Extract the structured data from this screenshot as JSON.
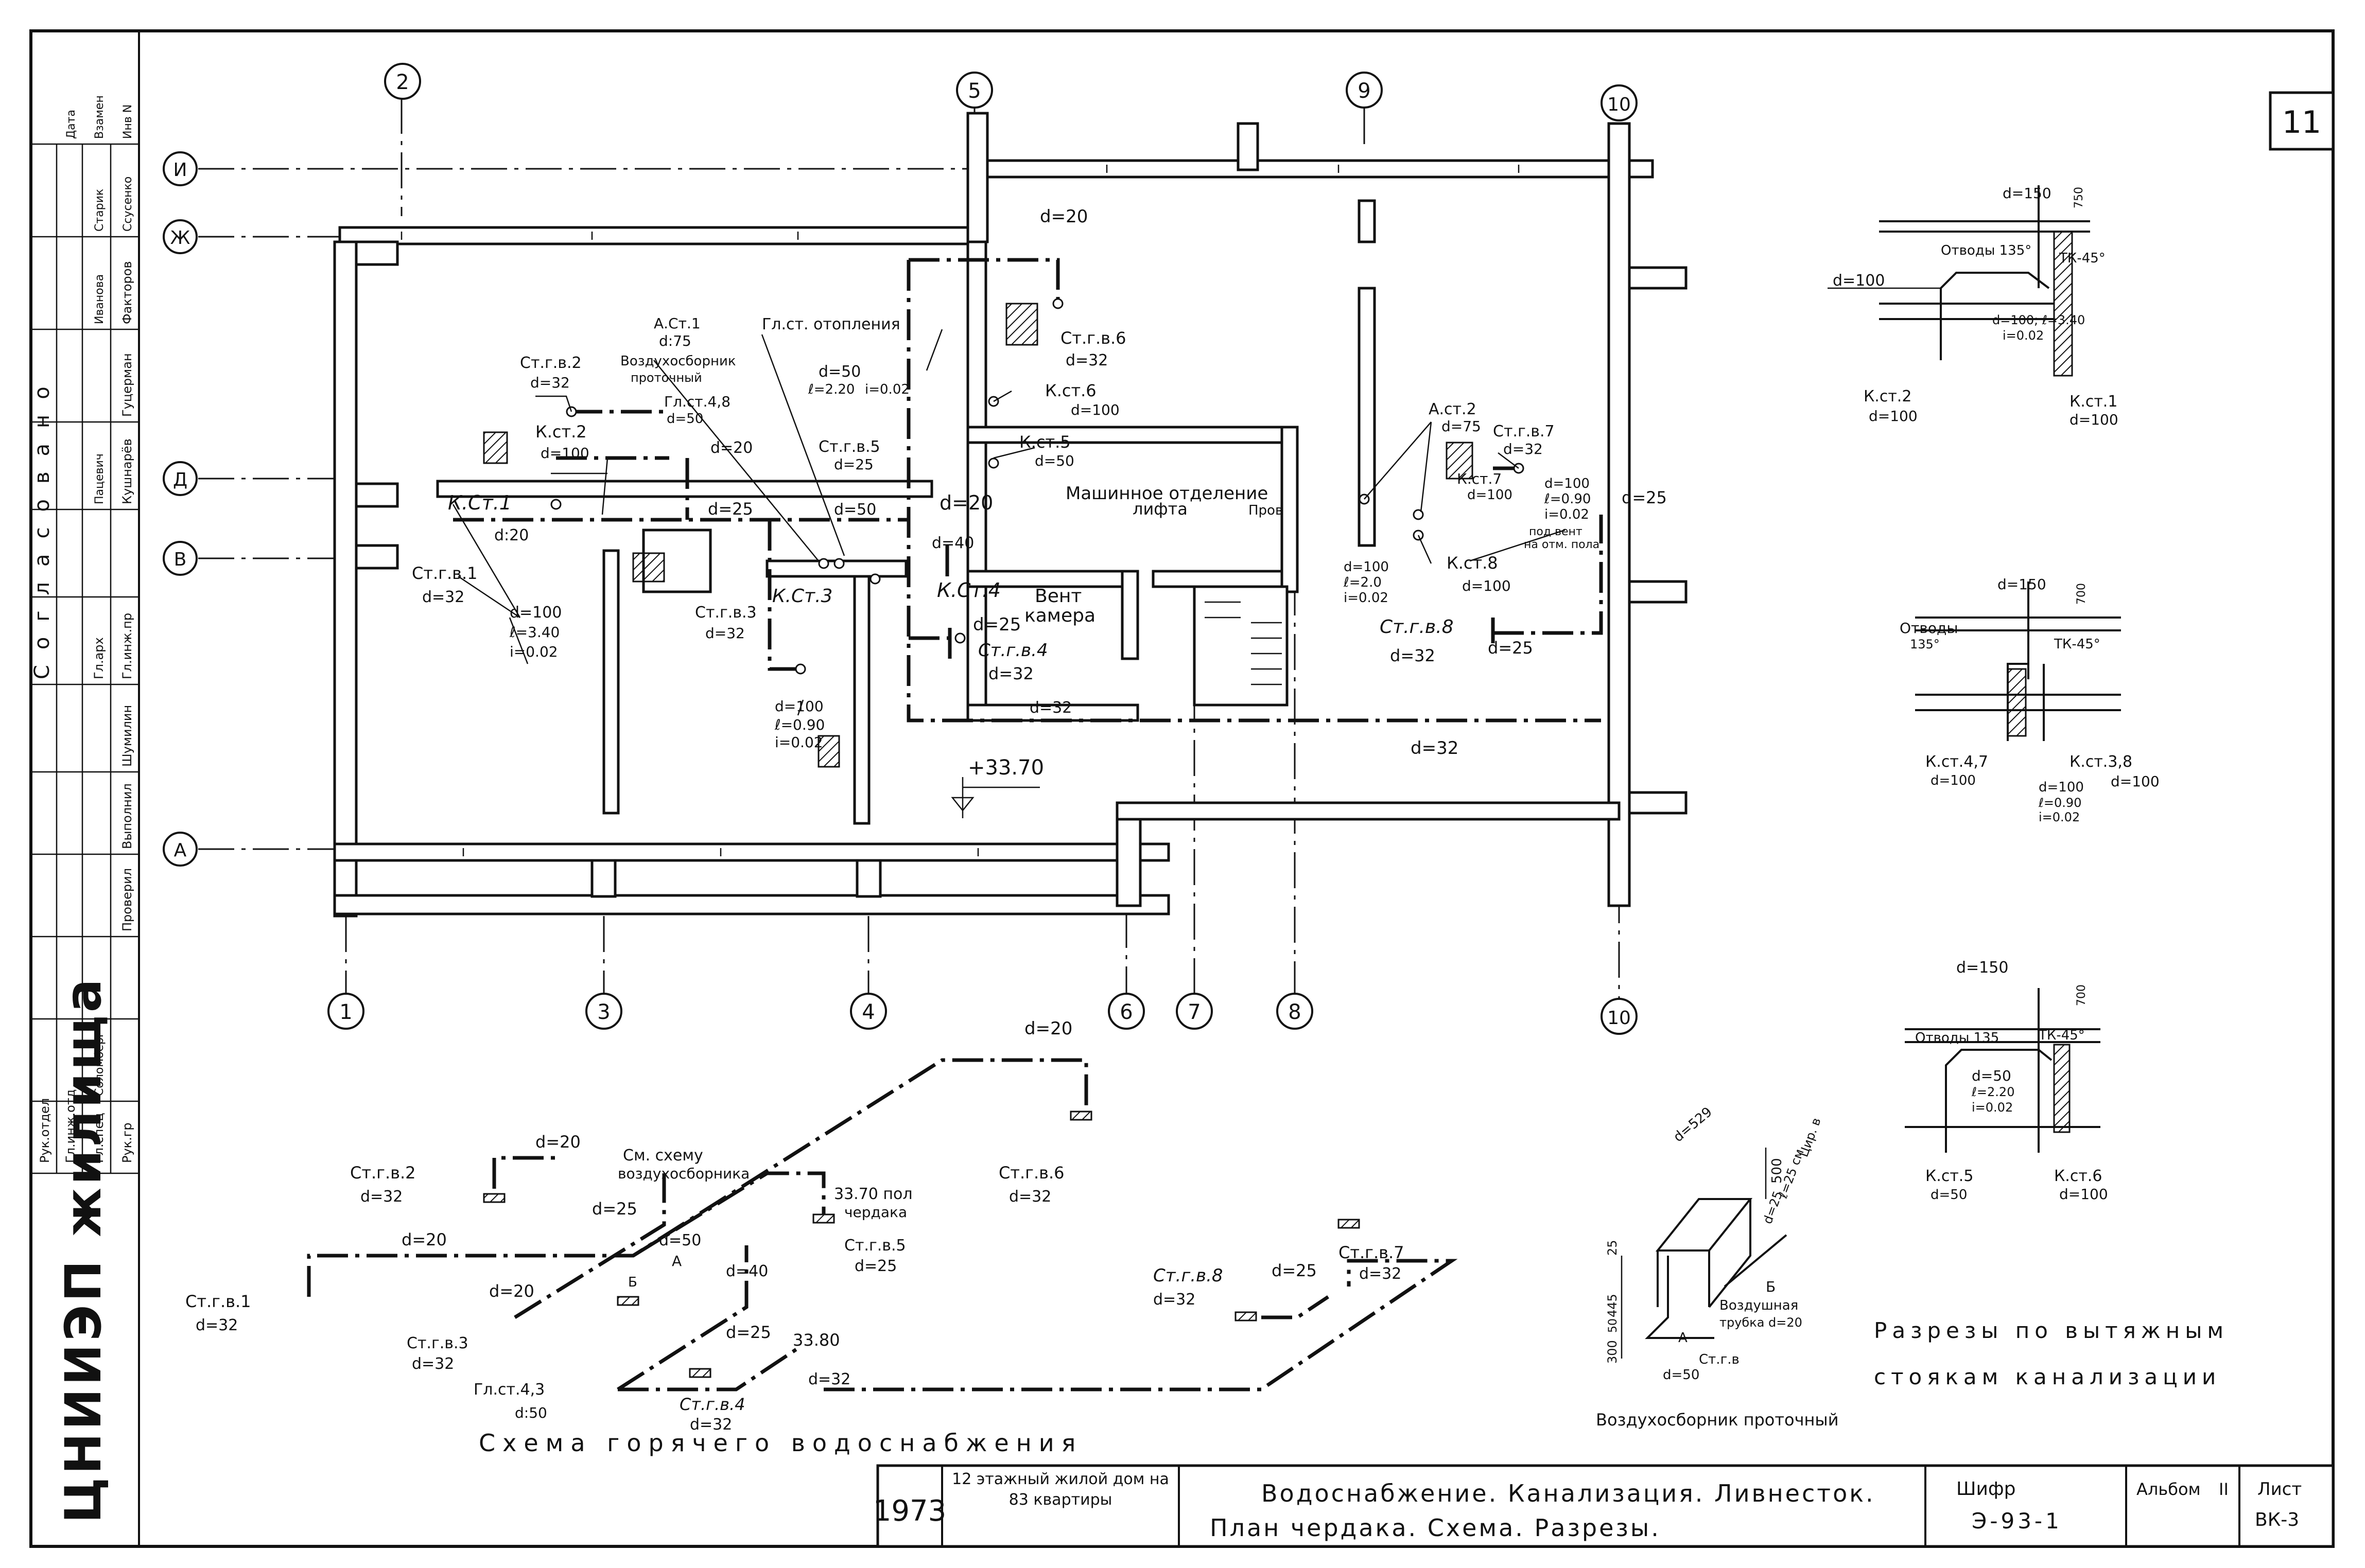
{
  "sheet_no": "11",
  "org": "ЦНИИЭП жилища",
  "stamp": {
    "roles": [
      "Рук.отдел",
      "Гл.инж.отд",
      "Гл.спец",
      "Рук.гр",
      "Проверил",
      "Выполнил",
      "Шумилин",
      "Гл.инж.пр",
      "Гл.арх",
      "Кушнарёв",
      "Гуцерман",
      "Факторов",
      "Ссусенко",
      "Старик",
      "Инв N",
      "Взамен",
      "Дата",
      "Соломберг",
      "Пацевич",
      "Иванова"
    ],
    "approval_word": "Согласовано"
  },
  "axes": {
    "top": [
      "2",
      "5",
      "9",
      "10"
    ],
    "bottom": [
      "1",
      "3",
      "4",
      "6",
      "7",
      "8",
      "10"
    ],
    "left": [
      "И",
      "Ж",
      "Д",
      "В",
      "А"
    ]
  },
  "plan": {
    "labels": [
      "d=20",
      "Ст.г.в.6",
      "d=32",
      "Гл.ст. отопления",
      "А.Ст.1",
      "d:75",
      "Воздухосборник",
      "проточный",
      "Ст.г.в.2",
      "d=32",
      "Гл.ст.4,8",
      "d=50",
      "d=50",
      "ℓ=2.20",
      "i=0.02",
      "К.ст.6",
      "d=100",
      "К.ст.2",
      "d=100",
      "d=20",
      "Ст.г.в.5",
      "d=25",
      "К.ст.5",
      "d=50",
      "Машинное отделение",
      "лифта",
      "К.Ст.1",
      "d=25",
      "d=50",
      "d=20",
      "d:20",
      "Ст.г.в.1",
      "d=32",
      "Ст.г.в.3",
      "d=32",
      "К.Ст.3",
      "d=40",
      "К.Ст.4",
      "Вент",
      "камера",
      "d=25",
      "Ст.г.в.4",
      "d=32",
      "d=100",
      "ℓ=3.40",
      "i=0.02",
      "d=100",
      "ℓ=0.90",
      "i=0.02",
      "d=32",
      "+33.70",
      "А.ст.2",
      "d=75",
      "Ст.г.в.7",
      "d=32",
      "К.ст.7",
      "d=100",
      "d=100",
      "ℓ=0.90",
      "i=0.02",
      "d=25",
      "Пров",
      "под вент",
      "на отм. пола",
      "К.ст.8",
      "d=100",
      "d=100",
      "ℓ=2.0",
      "i=0.02",
      "Ст.г.в.8",
      "d=32",
      "d=25",
      "d=32"
    ]
  },
  "scheme": {
    "title": "Схема горячего водоснабжения",
    "labels": [
      "d=20",
      "Ст.г.в.6",
      "d=32",
      "d=20",
      "См. схему",
      "воздухосборника",
      "Ст.г.в.2",
      "d=32",
      "d=25",
      "d=50",
      "33.70 пол",
      "чердака",
      "d=20",
      "d=20",
      "d=40",
      "Ст.г.в.5",
      "d=25",
      "А",
      "Ст.г.в.1",
      "d=32",
      "Б",
      "Ст.г.в.3",
      "d=32",
      "d=25",
      "33.80",
      "Гл.ст.4,3",
      "d:50",
      "d=32",
      "Ст.г.в.4",
      "d=32",
      "Ст.г.в.8",
      "d=32",
      "d=25",
      "Ст.г.в.7",
      "d=32"
    ]
  },
  "air_collector": {
    "title": "Воздухосборник проточный",
    "labels": [
      "d=529",
      "500",
      "d=25",
      "ℓ=25 см",
      "Цир. в",
      "25",
      "445",
      "300",
      "50",
      "Б",
      "Воздушная",
      "трубка d=20",
      "А",
      "Ст.г.в",
      "d=50"
    ]
  },
  "sections": {
    "title_line1": "Разрезы по вытяжным",
    "title_line2": "стоякам канализации",
    "labels": [
      "d=150",
      "750",
      "d=100",
      "Отводы 135°",
      "ТК-45°",
      "d=100; ℓ=3.40",
      "i=0.02",
      "К.ст.2",
      "d=100",
      "К.ст.1",
      "d=100",
      "d=150",
      "700",
      "Отводы",
      "135°",
      "ТК-45°",
      "К.ст.4,7",
      "d=100",
      "К.ст.3,8",
      "d=100",
      "d=100",
      "ℓ=0.90",
      "i=0.02",
      "d=150",
      "700",
      "Отводы 135",
      "ТК-45°",
      "d=50",
      "ℓ=2.20",
      "i=0.02",
      "К.ст.5",
      "d=50",
      "К.ст.6",
      "d=100"
    ]
  },
  "title_block": {
    "year": "1973",
    "building": "12 этажный жилой дом на 83 квартиры",
    "title1": "Водоснабжение. Канализация. Ливнесток.",
    "title2": "План чердака. Схема. Разрезы.",
    "code_label": "Шифр",
    "code_value": "Э-93-1",
    "album_label": "Альбом",
    "album_value": "II",
    "sheet_label": "Лист",
    "sheet_value": "ВК-3"
  }
}
